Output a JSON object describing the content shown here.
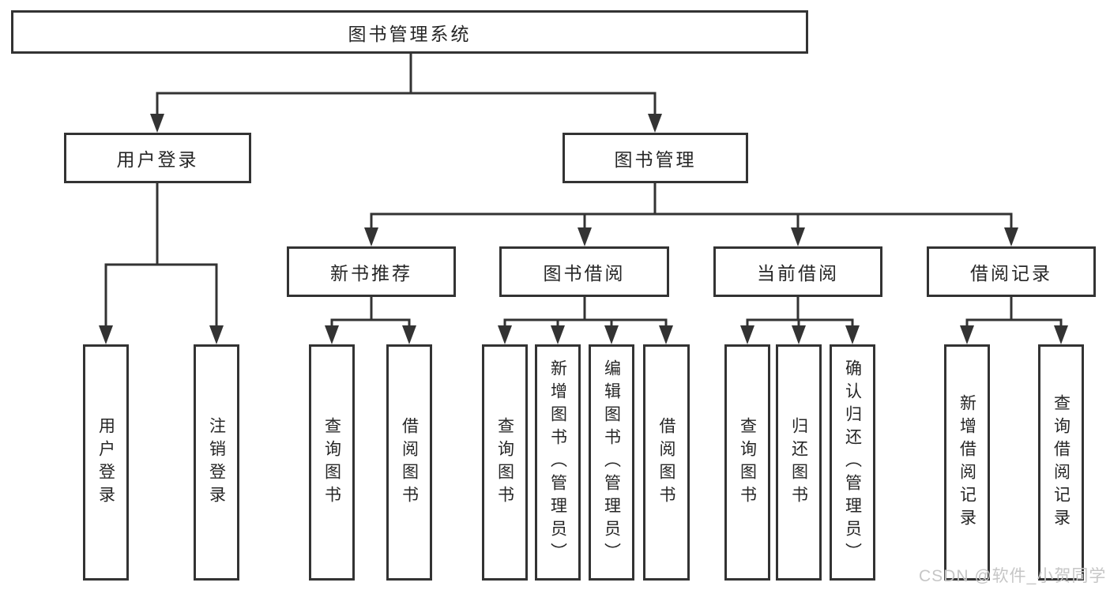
{
  "diagram_title": "图书管理系统",
  "nodes": {
    "root": "图书管理系统",
    "user_login": "用户登录",
    "book_mgmt": "图书管理",
    "login_children": [
      "用户登录",
      "注销登录"
    ],
    "new_book_rec": "新书推荐",
    "book_borrow": "图书借阅",
    "current_borrow": "当前借阅",
    "borrow_records": "借阅记录",
    "new_book_children": [
      "查询图书",
      "借阅图书"
    ],
    "borrow_children": [
      "查询图书",
      "新增图书（管理员）",
      "编辑图书（管理员）",
      "借阅图书"
    ],
    "current_children": [
      "查询图书",
      "归还图书",
      "确认归还（管理员）"
    ],
    "records_children": [
      "新增借阅记录",
      "查询借阅记录"
    ]
  },
  "watermark": {
    "text": "CSDN @软件_小贺同学"
  },
  "colors": {
    "line": "#333333",
    "text": "#262626",
    "watermark": "#c6c6c6",
    "background": "#ffffff"
  }
}
